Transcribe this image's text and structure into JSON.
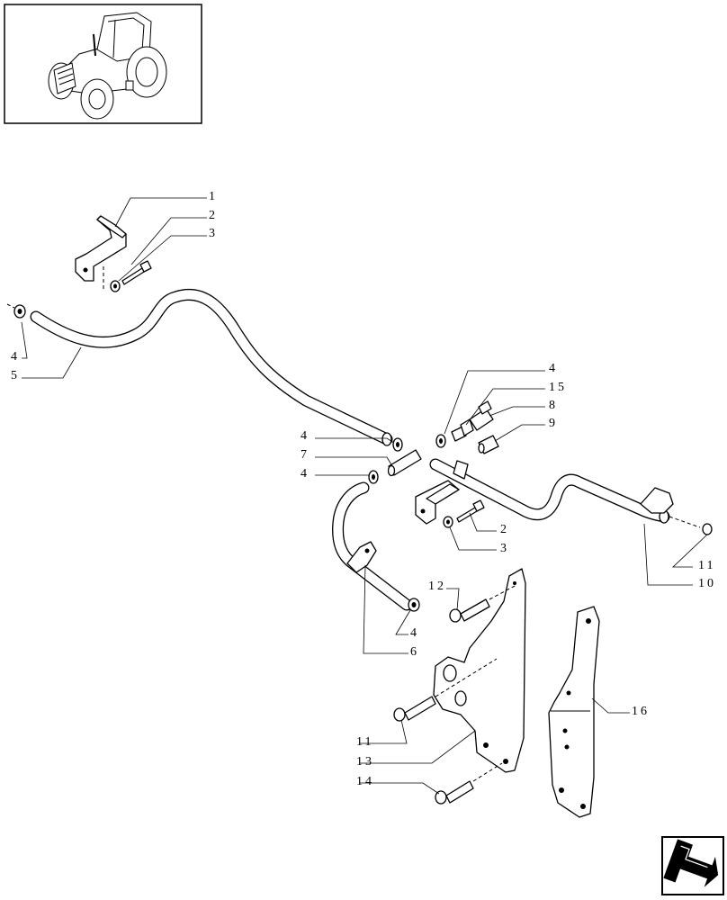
{
  "thumbnail": {
    "icon": "tractor-icon"
  },
  "callouts": [
    {
      "text": "1"
    },
    {
      "text": "2"
    },
    {
      "text": "3"
    },
    {
      "text": "4"
    },
    {
      "text": "5"
    },
    {
      "text": "4"
    },
    {
      "text": "15"
    },
    {
      "text": "8"
    },
    {
      "text": "9"
    },
    {
      "text": "4"
    },
    {
      "text": "7"
    },
    {
      "text": "4"
    },
    {
      "text": "2"
    },
    {
      "text": "3"
    },
    {
      "text": "11"
    },
    {
      "text": "10"
    },
    {
      "text": "12"
    },
    {
      "text": "4"
    },
    {
      "text": "6"
    },
    {
      "text": "16"
    },
    {
      "text": "11"
    },
    {
      "text": "13"
    },
    {
      "text": "14"
    }
  ],
  "nav": {
    "icon": "next-page-arrow-icon"
  }
}
